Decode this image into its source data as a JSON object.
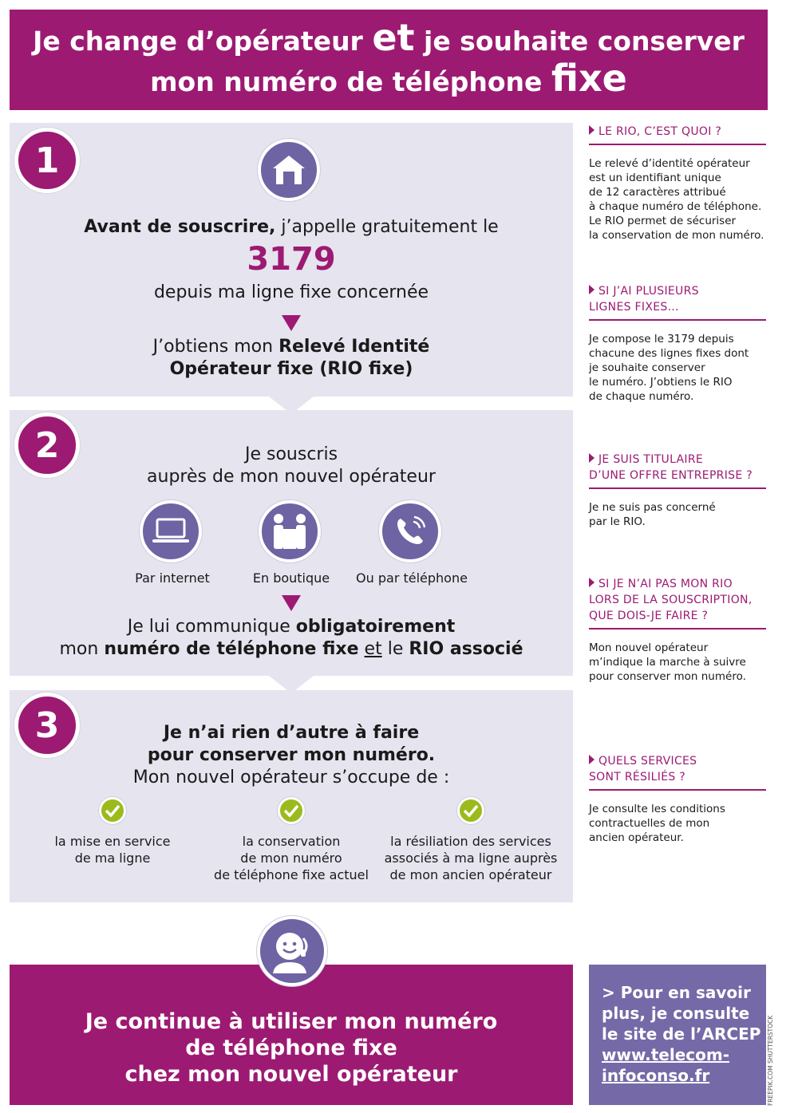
{
  "header": {
    "line1_a": "Je change d’opérateur ",
    "line1_big": "et",
    "line1_b": " je souhaite conserver",
    "line2_a": "mon numéro de téléphone ",
    "line2_big": "fixe"
  },
  "step1": {
    "number": "1",
    "icon": "house-icon",
    "line1_bold": "Avant de souscrire,",
    "line1_rest": " j’appelle gratuitement le",
    "phone": "3179",
    "line2": "depuis ma ligne fixe concernée",
    "line3_a": "J’obtiens mon ",
    "line3_bold": "Relevé Identité",
    "line4_bold": "Opérateur fixe (RIO fixe)"
  },
  "step2": {
    "number": "2",
    "line1": "Je souscris",
    "line2": "auprès de mon nouvel opérateur",
    "channels": [
      {
        "label": "Par internet",
        "icon": "laptop-icon"
      },
      {
        "label": "En boutique",
        "icon": "shop-people-icon"
      },
      {
        "label": "Ou par téléphone",
        "icon": "phone-icon"
      }
    ],
    "line3_a": "Je lui communique ",
    "line3_bold": "obligatoirement",
    "line4_a": "mon ",
    "line4_bold1": "numéro de téléphone fixe",
    "line4_sep1": " ",
    "line4_underline": "et",
    "line4_sep2": " le ",
    "line4_bold2": "RIO associé"
  },
  "step3": {
    "number": "3",
    "line1_bold": "Je n’ai rien d’autre à faire",
    "line2_bold": "pour conserver mon numéro.",
    "line3": "Mon nouvel opérateur s’occupe de :",
    "items": [
      {
        "l1": "la mise en service",
        "l2": "de ma ligne",
        "l3": ""
      },
      {
        "l1": "la conservation",
        "l2": "de mon numéro",
        "l3": "de téléphone fixe actuel"
      },
      {
        "l1": "la résiliation des services",
        "l2": "associés à ma ligne auprès",
        "l3": "de mon ancien opérateur"
      }
    ]
  },
  "sidebar": [
    {
      "title_l1": "LE RIO, C’EST QUOI ?",
      "title_l2": "",
      "body": [
        "Le relevé d’identité opérateur",
        "est un identifiant unique",
        "de 12 caractères attribué",
        "à chaque numéro de téléphone.",
        "Le RIO permet de sécuriser",
        "la conservation de mon numéro."
      ]
    },
    {
      "title_l1": "SI J’AI PLUSIEURS",
      "title_l2": "LIGNES FIXES…",
      "body": [
        "Je compose le 3179 depuis",
        "chacune des lignes fixes dont",
        "je souhaite conserver",
        "le numéro. J’obtiens le RIO",
        "de chaque numéro."
      ]
    },
    {
      "title_l1": "JE SUIS TITULAIRE",
      "title_l2": "D’UNE OFFRE ENTREPRISE ?",
      "body": [
        "Je ne suis pas concerné",
        "par le RIO."
      ]
    },
    {
      "title_l1": "SI JE N’AI PAS MON RIO",
      "title_l2": "LORS DE LA SOUSCRIPTION,",
      "title_l3": "QUE DOIS-JE FAIRE ?",
      "body": [
        "Mon nouvel opérateur",
        "m’indique la marche à suivre",
        "pour conserver mon numéro."
      ]
    },
    {
      "title_l1": "QUELS SERVICES",
      "title_l2": "SONT RÉSILIÉS ?",
      "body": [
        "Je consulte les conditions",
        "contractuelles de mon",
        "ancien opérateur."
      ]
    }
  ],
  "footer": {
    "icon": "smiling-caller-icon",
    "line1": "Je continue à utiliser mon numéro",
    "line2": "de téléphone fixe",
    "line3": "chez mon nouvel opérateur",
    "side_l1": "> Pour en savoir",
    "side_l2": "plus, je consulte",
    "side_l3": "le site de l’ARCEP",
    "link_l1": "www.telecom-",
    "link_l2": "infoconso.fr"
  },
  "credit": "FREEPIK.COM  SHUTTERSTOCK",
  "colors": {
    "brand": "#9c1a72",
    "panel": "#e6e4ef",
    "icon": "#6e63a3",
    "check": "#9bbb1c",
    "footer_side": "#756aa7"
  }
}
